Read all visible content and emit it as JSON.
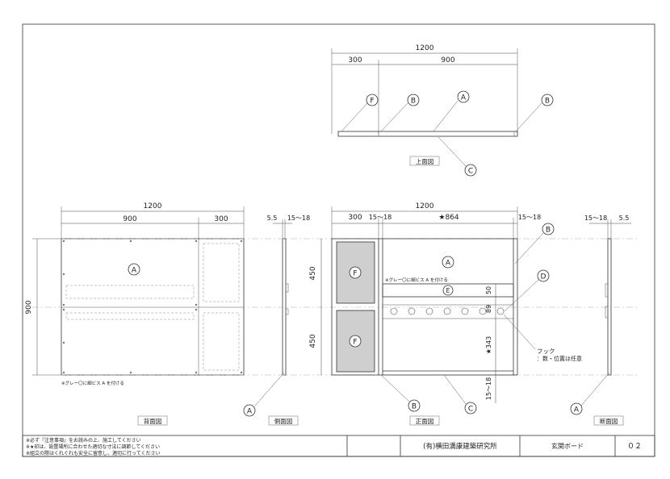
{
  "views": {
    "top": {
      "title": "上面図",
      "dims": {
        "overall": "1200",
        "left": "300",
        "right": "900"
      },
      "labels": {
        "f": "F",
        "b1": "B",
        "a": "A",
        "b2": "B",
        "c": "C"
      }
    },
    "back": {
      "title": "背面図",
      "dims": {
        "overall": "1200",
        "left": "900",
        "right": "300",
        "height": "900"
      },
      "labels": {
        "a": "A"
      },
      "note": "※グレー〇に細ビス A を付ける"
    },
    "side": {
      "title": "側面図",
      "dims": {
        "a": "5.5",
        "b": "15～18"
      },
      "labels": {
        "a": "A"
      }
    },
    "front": {
      "title": "正面図",
      "dims": {
        "overall": "1200",
        "d1": "300",
        "d2": "15～18",
        "d3": "★864",
        "d4": "15～18",
        "h_upper": "450",
        "h_lower": "450",
        "r50": "50",
        "r89": "89",
        "r343": "★343",
        "r1518": "15～18"
      },
      "labels": {
        "f1": "F",
        "f2": "F",
        "a": "A",
        "e": "E",
        "b_top": "B",
        "d": "D",
        "b_bot": "B",
        "c": "C"
      },
      "note": "※グレー〇に細ビス A を付ける",
      "hook": {
        "title": "フック",
        "desc": "：数・位置は任意"
      }
    },
    "section": {
      "title": "断面図",
      "dims": {
        "a": "15～18",
        "b": "5.5"
      },
      "labels": {
        "a": "A"
      }
    }
  },
  "title_block": {
    "notes": [
      "※必ず『注意事項』をお読みの上、施工してください",
      "※★印は、設置場所に合わせた適切な寸法に調節してください",
      "※組立の際はくれぐれも安全に留意し、適切に行ってください"
    ],
    "company": "(有)横田満康建築研究所",
    "drawing_name": "玄関ボード",
    "sheet_no": "０２"
  }
}
